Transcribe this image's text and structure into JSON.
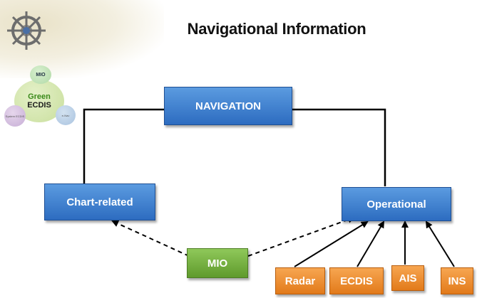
{
  "title": "Navigational Information",
  "logo": {
    "top": "MIO",
    "center_line1": "Green",
    "center_line2": "ECDIS",
    "left": "System ECDIS",
    "right": "e-Nav"
  },
  "nodes": {
    "navigation": "NAVIGATION",
    "chart_related": "Chart-related",
    "operational": "Operational",
    "mio": "MIO",
    "radar": "Radar",
    "ecdis": "ECDIS",
    "ais": "AIS",
    "ins": "INS"
  },
  "colors": {
    "blue_box": "#3a7bd5",
    "green_box": "#70ad47",
    "orange_box": "#f08a24"
  }
}
